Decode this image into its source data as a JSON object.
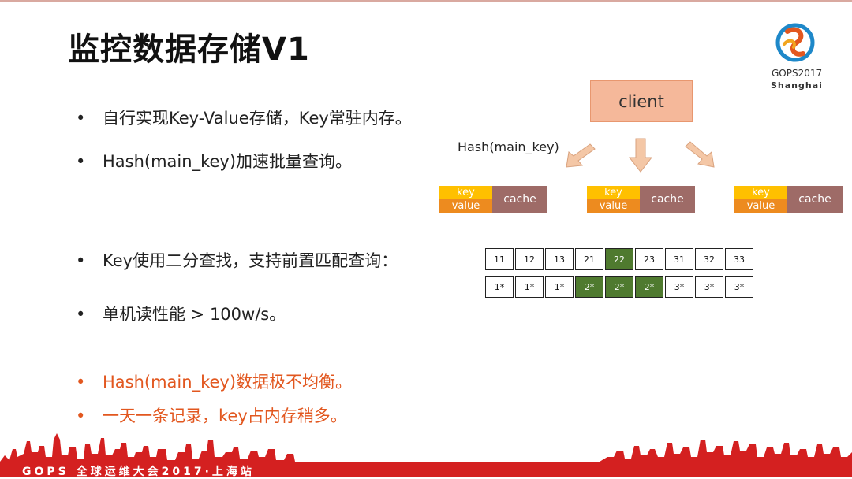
{
  "title": "监控数据存储V1",
  "logo": {
    "line1": "GOPS2017",
    "line2": "Shanghai"
  },
  "bullets": [
    {
      "text": "自行实现Key-Value存储，Key常驻内存。"
    },
    {
      "text": "Hash(main_key)加速批量查询。"
    },
    {
      "text": "Key使用二分查找，支持前置匹配查询："
    },
    {
      "text": "单机读性能 > 100w/s。"
    },
    {
      "text": "Hash(main_key)数据极不均衡。"
    },
    {
      "text": "一天一条记录，key占内存稍多。"
    }
  ],
  "bullet_symbol": "•",
  "diagram": {
    "client_label": "client",
    "hash_label": "Hash(main_key)",
    "nodes": [
      {
        "key": "key",
        "value": "value",
        "cache": "cache"
      },
      {
        "key": "key",
        "value": "value",
        "cache": "cache"
      },
      {
        "key": "key",
        "value": "value",
        "cache": "cache"
      }
    ],
    "key_row": [
      "11",
      "12",
      "13",
      "21",
      "22",
      "23",
      "31",
      "32",
      "33"
    ],
    "value_row": [
      "1*",
      "1*",
      "1*",
      "2*",
      "2*",
      "2*",
      "3*",
      "3*",
      "3*"
    ],
    "key_row_highlight": [
      4
    ],
    "value_row_highlight": [
      3,
      4,
      5
    ]
  },
  "footer": "GOPS 全球运维大会2017·上海站",
  "colors": {
    "accent_red": "#e2571f",
    "banner_red": "#d42020",
    "highlight_green": "#4f7a2f"
  }
}
